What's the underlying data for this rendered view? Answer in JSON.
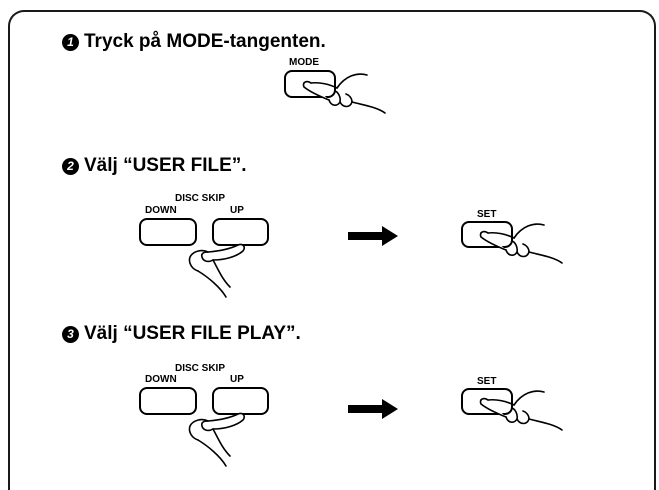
{
  "steps": [
    {
      "number": "1",
      "text": "Tryck på MODE-tangenten."
    },
    {
      "number": "2",
      "text": "Välj “USER FILE”."
    },
    {
      "number": "3",
      "text": "Välj “USER FILE PLAY”."
    }
  ],
  "keys": {
    "mode": "MODE",
    "disc_skip": "DISC SKIP",
    "down": "DOWN",
    "up": "UP",
    "set": "SET"
  },
  "icons": {
    "step_number": "filled-circle-number",
    "hand": "pressing-finger-hand-icon",
    "arrow": "right-arrow-icon"
  }
}
